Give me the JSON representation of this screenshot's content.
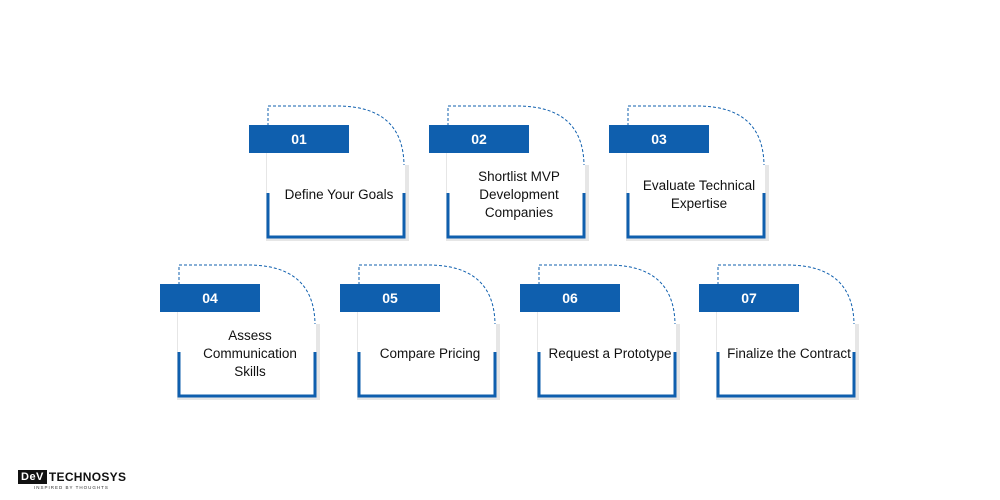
{
  "steps": [
    {
      "num": "01",
      "label": "Define Your Goals"
    },
    {
      "num": "02",
      "label": "Shortlist MVP Development Companies"
    },
    {
      "num": "03",
      "label": "Evaluate Technical Expertise"
    },
    {
      "num": "04",
      "label": "Assess Communication Skills"
    },
    {
      "num": "05",
      "label": "Compare Pricing"
    },
    {
      "num": "06",
      "label": "Request a Prototype"
    },
    {
      "num": "07",
      "label": "Finalize the Contract"
    }
  ],
  "logo": {
    "dev": "DeV",
    "tech": "TECHNOSYS",
    "tagline": "INSPIRED BY THOUGHTS"
  },
  "colors": {
    "accent": "#0f5fae",
    "dashed": "#0f5fae"
  }
}
